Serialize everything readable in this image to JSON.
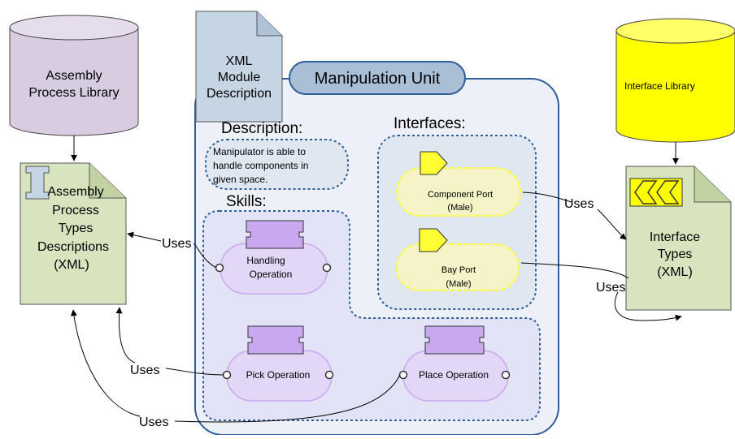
{
  "assembly_library": {
    "line1": "Assembly",
    "line2": "Process Library"
  },
  "interface_library": {
    "label": "Interface Library"
  },
  "xml_module": {
    "line1": "XML",
    "line2": "Module",
    "line3": "Description"
  },
  "manipulation_unit": {
    "title": "Manipulation Unit"
  },
  "description": {
    "heading": "Description:",
    "line1": "Manipulator is able to",
    "line2": "handle components in",
    "line3": "given space."
  },
  "interfaces": {
    "heading": "Interfaces:",
    "component_port": {
      "line1": "Component Port",
      "line2": "(Male)"
    },
    "bay_port": {
      "line1": "Bay Port",
      "line2": "(Male)"
    }
  },
  "skills": {
    "heading": "Skills:",
    "handling": {
      "line1": "Handling",
      "line2": "Operation"
    },
    "pick": {
      "label": "Pick Operation"
    },
    "place": {
      "label": "Place Operation"
    }
  },
  "assembly_types": {
    "line1": "Assembly",
    "line2": "Process",
    "line3": "Types",
    "line4": "Descriptions",
    "line5": "(XML)"
  },
  "interface_types": {
    "line1": "Interface",
    "line2": "Types",
    "line3": "(XML)"
  },
  "uses": {
    "handling": "Uses",
    "pick": "Uses",
    "place": "Uses",
    "component": "Uses",
    "bay": "Uses"
  },
  "colors": {
    "assembly_library": "#d8cce0",
    "interface_library": "#ffff00",
    "doc_green": "#d7e4bd",
    "xml_doc": "#c5d5e4",
    "unit_fill": "#edf1f7",
    "unit_border": "#2e5d9c",
    "port_yellow": "#ffff33",
    "skill_purple": "#c9a8f0"
  }
}
